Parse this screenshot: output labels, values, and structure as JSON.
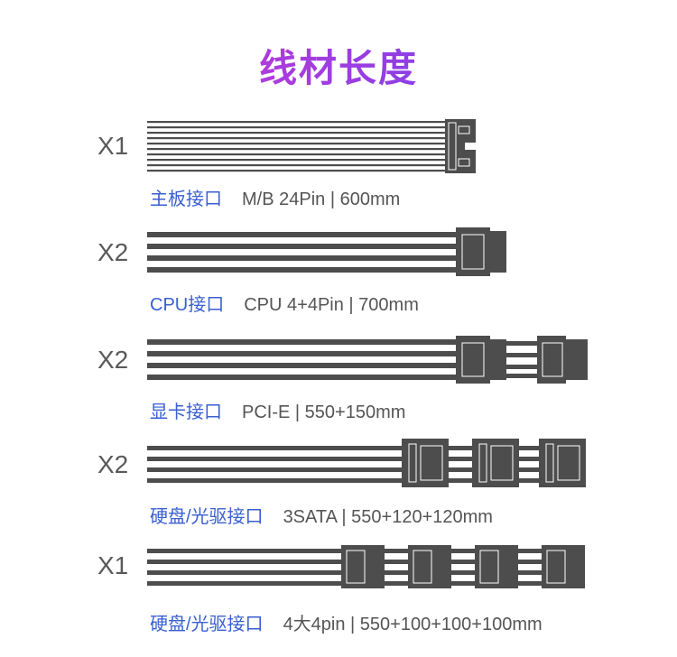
{
  "title": "线材长度",
  "colors": {
    "cable": "#4d4d4d",
    "port_text": "#3a5fd0",
    "spec_text": "#555555",
    "qty_text": "#5a5a5a"
  },
  "cables": [
    {
      "qty": "X1",
      "port": "主板接口",
      "spec": "M/B 24Pin | 600mm"
    },
    {
      "qty": "X2",
      "port": "CPU接口",
      "spec": "CPU 4+4Pin | 700mm"
    },
    {
      "qty": "X2",
      "port": "显卡接口",
      "spec": "PCI-E | 550+150mm"
    },
    {
      "qty": "X2",
      "port": "硬盘/光驱接口",
      "spec": "3SATA | 550+120+120mm"
    },
    {
      "qty": "X1",
      "port": "硬盘/光驱接口",
      "spec": "4大4pin | 550+100+100+100mm"
    }
  ]
}
